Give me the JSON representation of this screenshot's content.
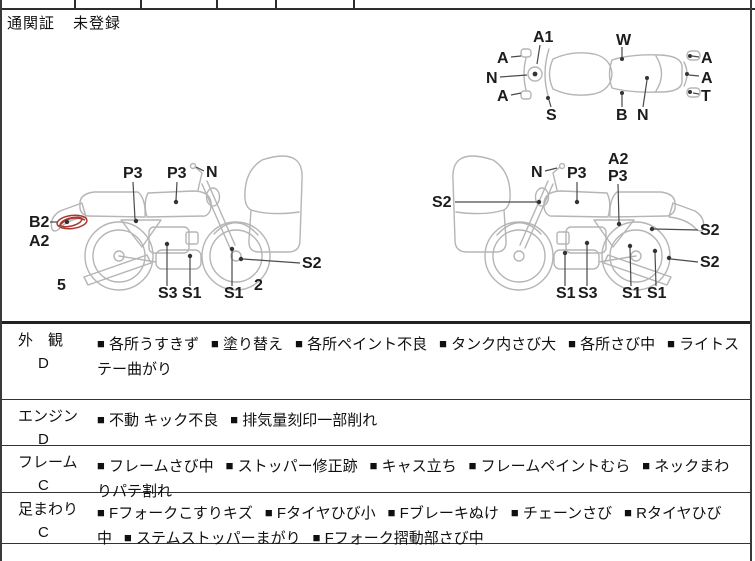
{
  "page": {
    "clearance_label": "通関証",
    "clearance_value": "未登録"
  },
  "colors": {
    "table_line": "#2e2e2e",
    "sketch_gray": "#b5b5b5",
    "leader_line": "#4a4a4a",
    "label_text": "#1c1c1c",
    "red_annotation": "#a83832"
  },
  "diagram": {
    "top_view": {
      "a1": "A1",
      "w": "W",
      "a_left_top": "A",
      "n_left": "N",
      "a_left_bottom": "A",
      "a_right_top": "A",
      "a_right_mid": "A",
      "t_right": "T",
      "s_bottom": "S",
      "b_bottom": "B",
      "n_bottom": "N"
    },
    "left_bike": {
      "p3_seat": "P3",
      "p3_tank": "P3",
      "n_handlebar": "N",
      "b2_tail": "B2",
      "a2_tail": "A2",
      "num_rear": "5",
      "s3_engine": "S3",
      "s1_exhaust": "S1",
      "s1_fork": "S1",
      "num_front": "2",
      "s2_wheel": "S2"
    },
    "right_bike": {
      "s2_front": "S2",
      "n_handlebar": "N",
      "p3_tank": "P3",
      "a2_seat": "A2",
      "p3_seat": "P3",
      "s2_shock": "S2",
      "s2_wheel": "S2",
      "s1_a": "S1",
      "s3_engine": "S3",
      "s1_b": "S1",
      "s1_c": "S1"
    }
  },
  "sections": [
    {
      "name": "外　観",
      "grade": "D",
      "items": [
        "各所うすきず",
        "塗り替え",
        "各所ペイント不良",
        "タンク内さび大",
        "各所さび中",
        "ライトステー曲がり"
      ]
    },
    {
      "name": "エンジン",
      "grade": "D",
      "items": [
        "不動 キック不良",
        "排気量刻印一部削れ"
      ]
    },
    {
      "name": "フレーム",
      "grade": "C",
      "items": [
        "フレームさび中",
        "ストッパー修正跡",
        "キャス立ち",
        "フレームペイントむら",
        "ネックまわりパテ割れ"
      ]
    },
    {
      "name": "足まわり",
      "grade": "C",
      "items": [
        "Fフォークこすりキズ",
        "Fタイヤひび小",
        "Fブレーキぬけ",
        "チェーンさび",
        "Rタイヤひび中",
        "ステムストッパーまがり",
        "Fフォーク摺動部さび中"
      ]
    }
  ]
}
